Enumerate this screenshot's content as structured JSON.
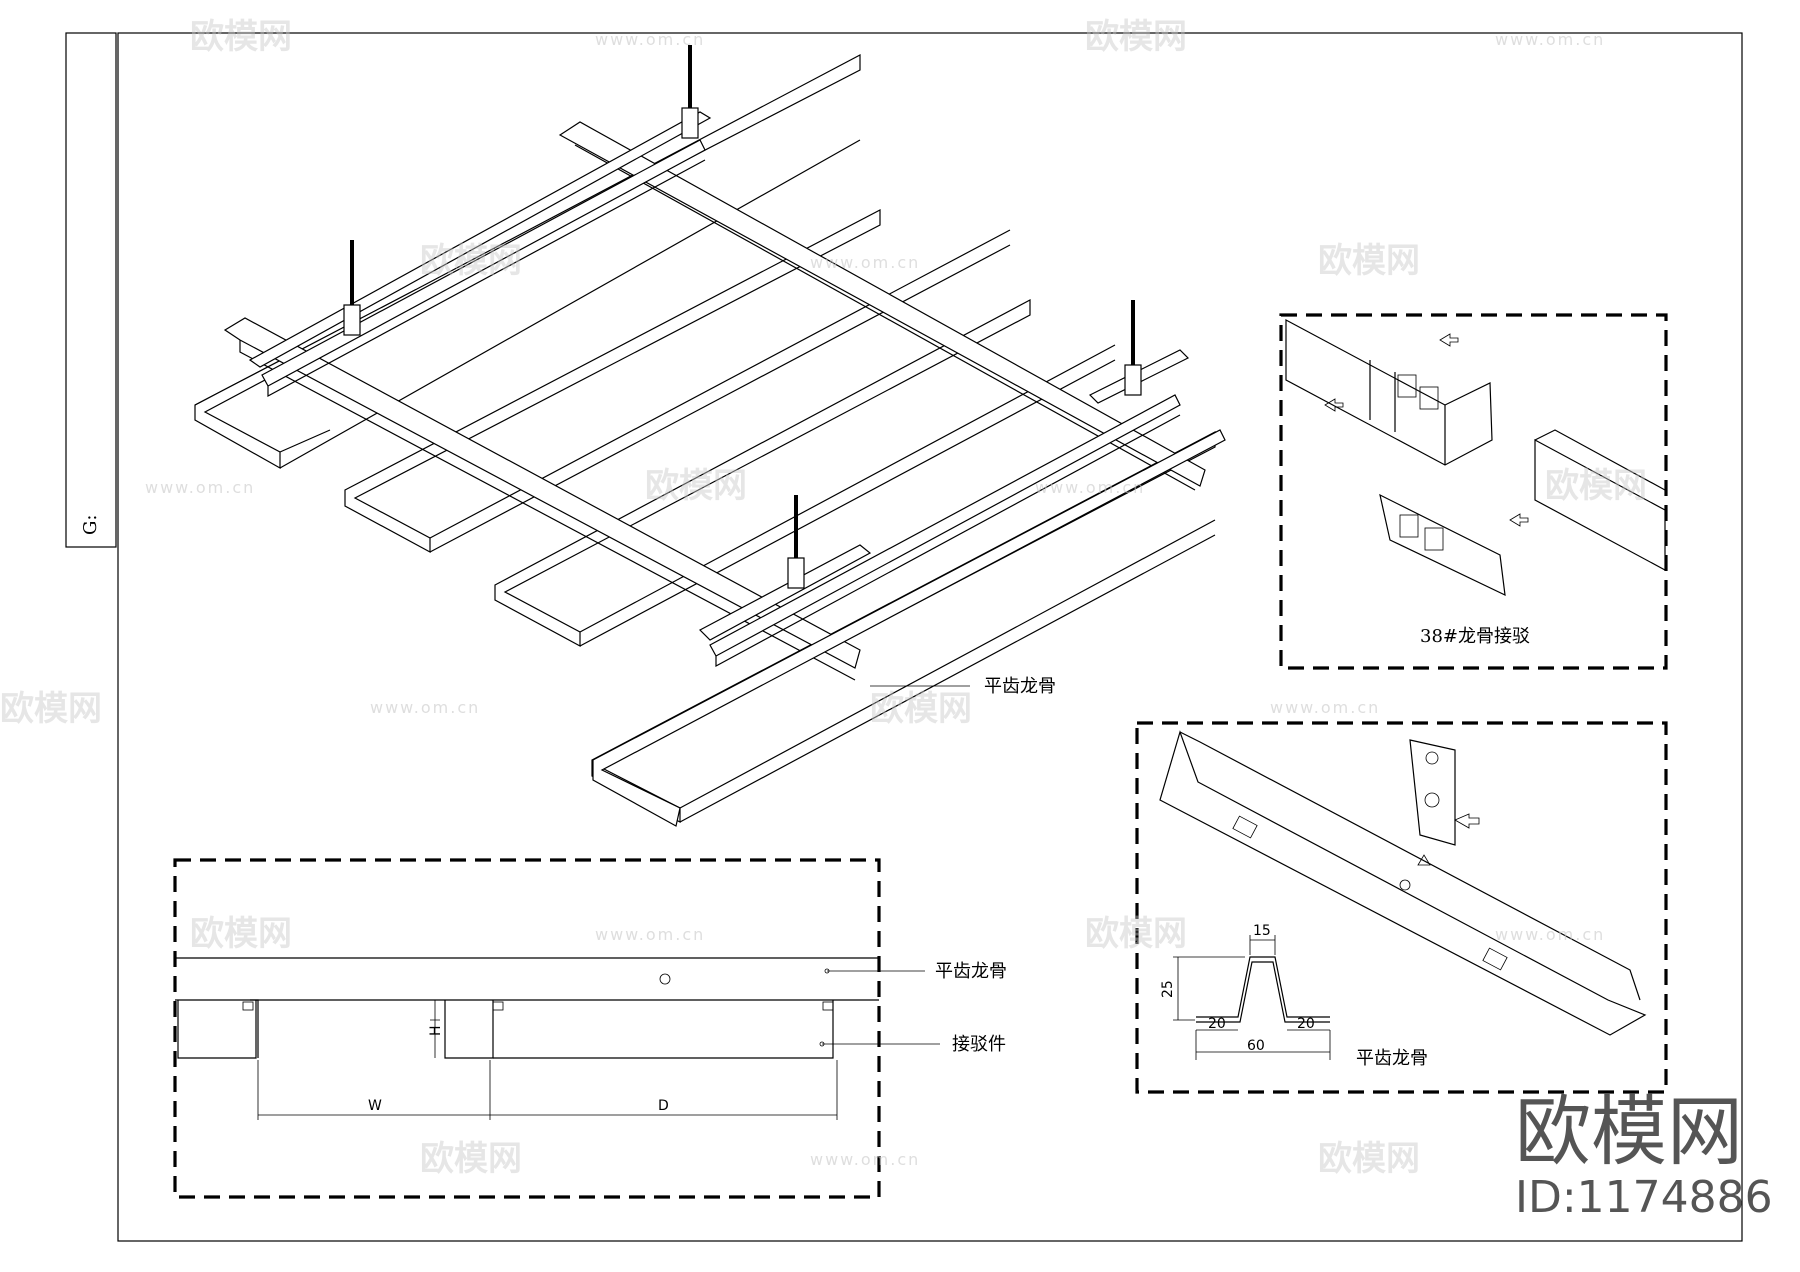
{
  "drawing": {
    "sheet_label": "G:",
    "labels": {
      "main_runner": "平齿龙骨",
      "joint_title": "38#龙骨接驳",
      "section_title": "平齿龙骨",
      "elev_runner": "平齿龙骨",
      "elev_connector": "接驳件"
    },
    "dimensions": {
      "top_width": "15",
      "height": "25",
      "flange_left": "20",
      "flange_right": "20",
      "total_width": "60",
      "elev_h": "H",
      "elev_w": "W",
      "elev_d": "D"
    }
  },
  "watermark": {
    "brand": "欧模网",
    "url": "www.om.cn",
    "id": "ID:1174886"
  }
}
